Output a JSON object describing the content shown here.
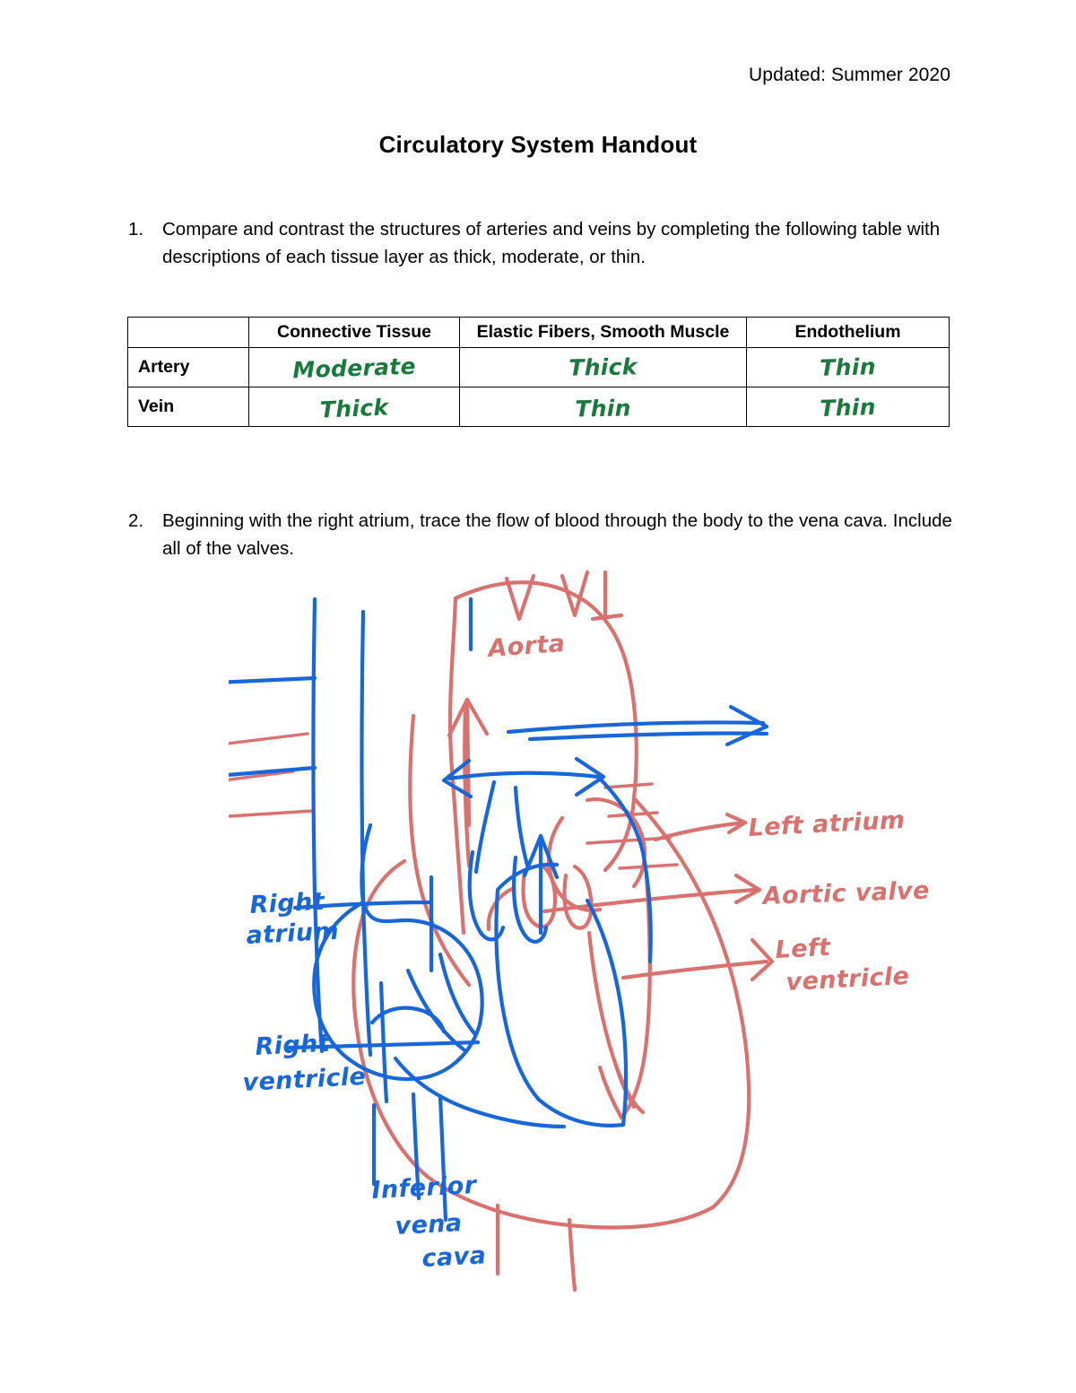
{
  "header": {
    "updated": "Updated: Summer 2020",
    "title": "Circulatory System Handout"
  },
  "questions": [
    {
      "number": "1.",
      "text": "Compare and contrast the structures of arteries and veins by completing the following table with descriptions of each tissue layer as thick, moderate, or thin."
    },
    {
      "number": "2.",
      "text": "Beginning with the right atrium, trace the flow of blood through the body to the vena cava. Include all of the valves."
    }
  ],
  "table": {
    "headers": [
      "",
      "Connective Tissue",
      "Elastic Fibers, Smooth Muscle",
      "Endothelium"
    ],
    "rows": [
      {
        "label": "Artery",
        "connective_tissue": "Moderate",
        "elastic_fibers_smooth_muscle": "Thick",
        "endothelium": "Thin"
      },
      {
        "label": "Vein",
        "connective_tissue": "Thick",
        "elastic_fibers_smooth_muscle": "Thin",
        "endothelium": "Thin"
      }
    ]
  },
  "diagram": {
    "name": "hand-drawn-heart-diagram",
    "ink_colors": {
      "red": "#d9716f",
      "blue": "#1866d8",
      "green": "#1a7a3c"
    },
    "labels": [
      {
        "id": "aorta",
        "text": "Aorta",
        "color": "red"
      },
      {
        "id": "left-atrium",
        "text": "Left atrium",
        "color": "red"
      },
      {
        "id": "aortic-valve",
        "text": "Aortic valve",
        "color": "red"
      },
      {
        "id": "left-ventricle-1",
        "text": "Left",
        "color": "red"
      },
      {
        "id": "left-ventricle-2",
        "text": "ventricle",
        "color": "red"
      },
      {
        "id": "right-atrium-1",
        "text": "Right",
        "color": "blue"
      },
      {
        "id": "right-atrium-2",
        "text": "atrium",
        "color": "blue"
      },
      {
        "id": "right-ventricle-1",
        "text": "Right",
        "color": "blue"
      },
      {
        "id": "right-ventricle-2",
        "text": "ventricle",
        "color": "blue"
      },
      {
        "id": "inferior-vena-cava-1",
        "text": "Inferior",
        "color": "blue"
      },
      {
        "id": "inferior-vena-cava-2",
        "text": "vena",
        "color": "blue"
      },
      {
        "id": "inferior-vena-cava-3",
        "text": "cava",
        "color": "blue"
      }
    ],
    "vessel_marks": [
      "V",
      "V",
      "|"
    ]
  }
}
